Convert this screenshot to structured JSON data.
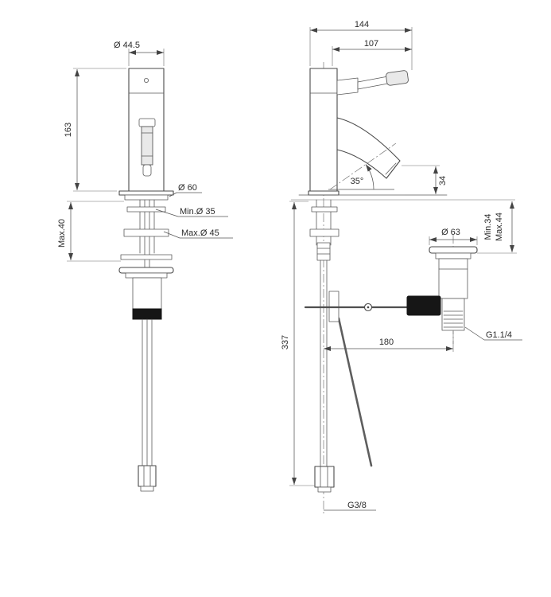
{
  "page": {
    "background": "#ffffff",
    "line_color": "#4a4a4a",
    "dim_color": "#555555",
    "text_color": "#2b2b2b"
  },
  "drawing": {
    "kind": "bidet-mixer-technical-drawing",
    "front_view": {
      "top_diameter": "Ø 44.5",
      "body_height": "163",
      "base_diameter": "Ø 60",
      "hole_min_diameter": "Min.Ø 35",
      "hole_max_diameter": "Max.Ø 45",
      "deck_thickness_max": "Max.40"
    },
    "side_view": {
      "total_depth": "144",
      "handle_depth": "107",
      "spout_angle": "35°",
      "spout_height": "34",
      "drain_deck_min": "Min.34",
      "drain_deck_max": "Max.44",
      "drain_flange_diameter": "Ø 63",
      "drain_thread": "G1.1/4",
      "rod_offset": "180",
      "hose_length": "337",
      "supply_thread": "G3/8"
    }
  }
}
